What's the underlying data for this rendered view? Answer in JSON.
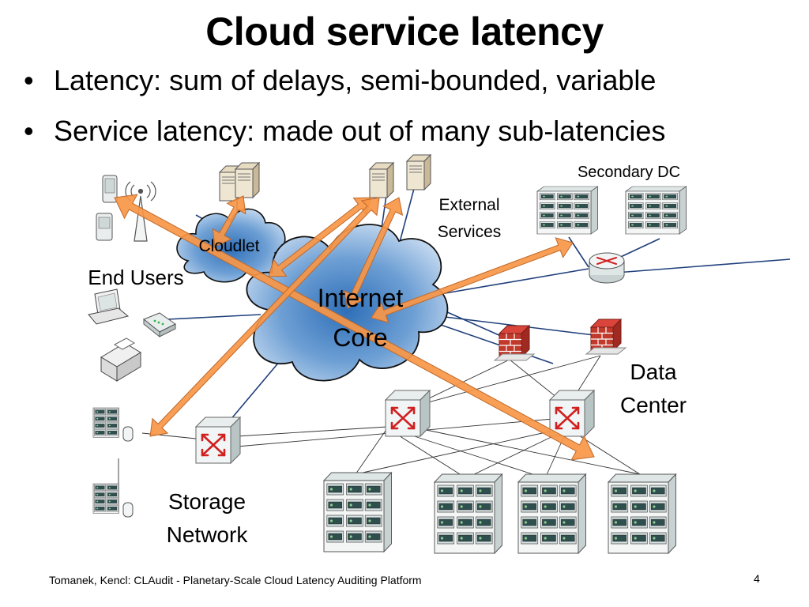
{
  "slide": {
    "title": "Cloud service latency",
    "bullets": [
      "Latency: sum of delays, semi-bounded, variable",
      "Service latency: made out of many sub-latencies"
    ],
    "footer": "Tomanek, Kencl: CLAudit - Planetary-Scale Cloud Latency Auditing Platform",
    "page_number": "4"
  },
  "diagram": {
    "labels": {
      "secondary_dc": "Secondary DC",
      "external_services_line1": "External",
      "external_services_line2": "Services",
      "cloudlet": "Cloudlet",
      "end_users": "End Users",
      "internet_core_line1": "Internet",
      "internet_core_line2": "Core",
      "data_center_line1": "Data",
      "data_center_line2": "Center",
      "storage_network_line1": "Storage",
      "storage_network_line2": "Network"
    },
    "colors": {
      "arrow": "#f79646",
      "arrow_outline": "#c0692a",
      "network_link": "#1f3f7a",
      "lan_link": "#333333",
      "cloud_fill": "#5b8fc9",
      "firewall": "#c0392b",
      "router_arrow": "#d02020"
    }
  }
}
